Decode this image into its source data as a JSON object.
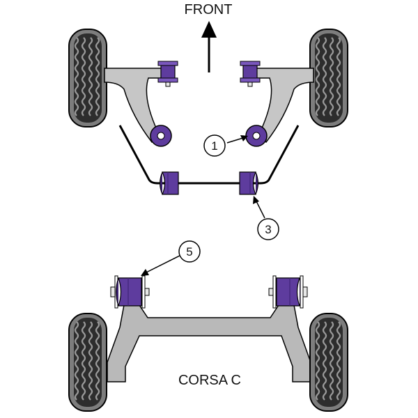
{
  "title_direction": "FRONT",
  "model_label": "CORSA C",
  "callouts": [
    {
      "id": "callout-1",
      "number": "1"
    },
    {
      "id": "callout-3",
      "number": "3"
    },
    {
      "id": "callout-5",
      "number": "5"
    }
  ],
  "colors": {
    "bush_purple": "#5e3c9e",
    "bush_purple_dark": "#3b2170",
    "arm_grey": "#c6c6c6",
    "beam_grey": "#b9b9b9",
    "tyre_dark": "#2d2d2d",
    "tyre_mid": "#8a8a8a",
    "outline": "#000000"
  },
  "icons": [
    "front-arrow-icon",
    "tyre-icon",
    "bush-icon",
    "bolt-icon"
  ]
}
